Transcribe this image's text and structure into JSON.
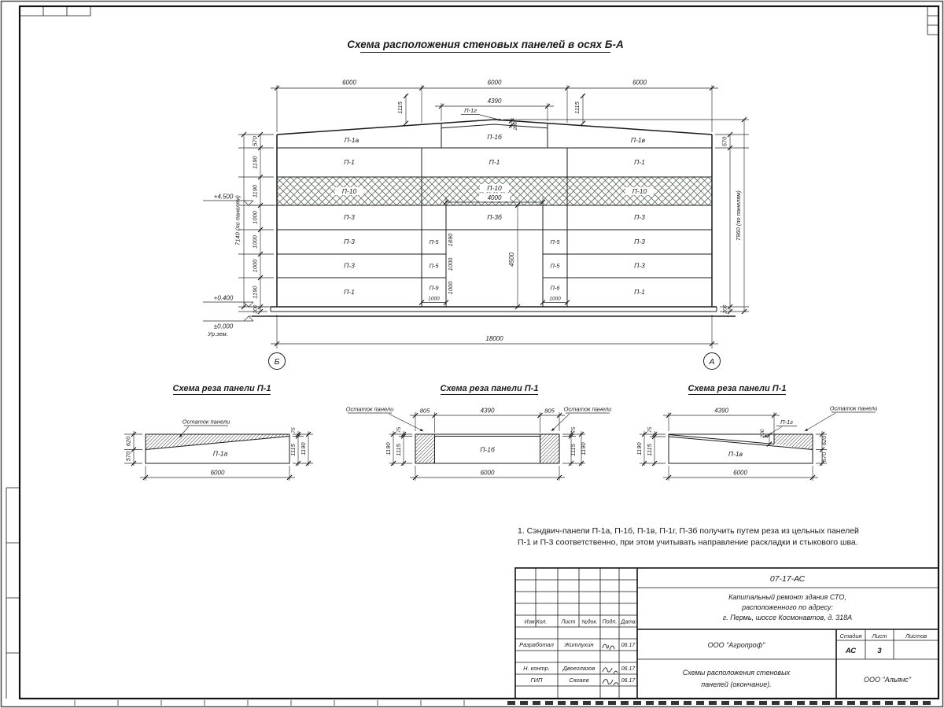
{
  "drawing_title": "Схема расположения стеновых панелей в осях Б-А",
  "elevation": {
    "top_dims": [
      "6000",
      "6000",
      "6000"
    ],
    "dim_4390": "4390",
    "dim_1115_left": "1115",
    "dim_1115_right": "1115",
    "label_p1g": "П-1г",
    "dim_200_ridge": "200",
    "roof_panels": [
      "П-1а",
      "П-1б",
      "П-1в"
    ],
    "row_p1": [
      "П-1",
      "П-1",
      "П-1"
    ],
    "row_p10": [
      "П-10",
      "П-10",
      "П-10"
    ],
    "dim_4000": "4000",
    "row1": {
      "left": "П-3",
      "mid": "П-3б",
      "right": "П-3"
    },
    "row2": {
      "left": "П-3",
      "ml": "П-5",
      "mr": "П-5",
      "right": "П-3"
    },
    "row3": {
      "left": "П-3",
      "ml": "П-5",
      "mr": "П-5",
      "right": "П-3"
    },
    "row4": {
      "left": "П-1",
      "ml": "П-9",
      "mr": "П-6",
      "right": "П-1"
    },
    "dim_1000_p9": "1000",
    "dim_1000_p6": "1000",
    "dim_1890": "1890",
    "dim_1000_a": "1000",
    "dim_1000_b": "1000",
    "dim_4500": "4500",
    "left_chain": [
      "570",
      "1190",
      "1190",
      "1000",
      "1000",
      "1000",
      "1190",
      "200"
    ],
    "dim_total_left": "7140 (по панелям)",
    "dim_570_right": "570",
    "dim_200_right": "200",
    "dim_total_right": "7960 (по панелям)",
    "mark_top": "+4.500",
    "mark_mid": "+0.400",
    "mark_zero": "±0.000",
    "ground_label": "Ур.зем.",
    "dim_18000": "18000",
    "axis_left": "Б",
    "axis_right": "А"
  },
  "scheme1": {
    "title": "Схема реза панели П-1",
    "remnant": "Остаток панели",
    "panel": "П-1а",
    "dim_620": "620",
    "dim_570": "570",
    "dim_75": "75",
    "dim_1115": "1115",
    "dim_1190": "1190",
    "dim_6000": "6000"
  },
  "scheme2": {
    "title": "Схема реза панели П-1",
    "remnant_left": "Остаток панели",
    "remnant_right": "Остаток панели",
    "panel": "П-1б",
    "dim_805_left": "805",
    "dim_4390": "4390",
    "dim_805_right": "805",
    "dim_75_left": "75",
    "dim_1115_left": "1115",
    "dim_1190_left": "1190",
    "dim_75_right": "75",
    "dim_1115_right": "1115",
    "dim_1190_right": "1190",
    "dim_6000": "6000"
  },
  "scheme3": {
    "title": "Схема реза панели П-1",
    "remnant": "Остаток панели",
    "panel": "П-1в",
    "label_p1g": "П-1г",
    "dim_4390": "4390",
    "dim_200": "200",
    "dim_75": "75",
    "dim_1115": "1115",
    "dim_1190": "1190",
    "dim_620": "620",
    "dim_570": "570",
    "dim_6000": "6000"
  },
  "note": {
    "line1": "1. Сэндвич-панели П-1а, П-1б, П-1в, П-1г, П-3б получить путем реза из цельных панелей",
    "line2": "П-1 и П-3 соответственно, при этом учитывать направление раскладки и стыкового шва."
  },
  "titleblock": {
    "doc_number": "07-17-АС",
    "project_line1": "Капитальный ремонт здания СТО,",
    "project_line2": "расположенного по адресу:",
    "project_line3": "г. Пермь, шоссе Космонавтов, д. 318А",
    "header": {
      "izm": "Изм.Кол.",
      "list": "Лист",
      "ndok": "№док.",
      "podp": "Подп.",
      "data": "Дата"
    },
    "rows": [
      {
        "role": "Разработал",
        "name": "Житлухин",
        "date": "06.17"
      },
      {
        "role": "Н. контр.",
        "name": "Двоеглазов",
        "date": "06.17"
      },
      {
        "role": "ГИП",
        "name": "Сягаев",
        "date": "06.17"
      }
    ],
    "org": "ООО \"Агропроф\"",
    "stage_label": "Стадия",
    "sheet_label": "Лист",
    "sheets_label": "Листов",
    "stage": "АС",
    "sheet": "3",
    "title_line1": "Схемы расположения стеновых",
    "title_line2": "панелей (окончание).",
    "org2": "ООО \"Альянс\""
  }
}
